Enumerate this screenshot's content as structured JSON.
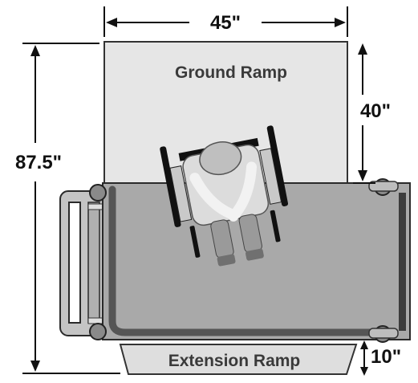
{
  "labels": {
    "ground_ramp": "Ground Ramp",
    "extension_ramp": "Extension Ramp"
  },
  "dimensions": {
    "width": "45\"",
    "height": "87.5\"",
    "ground_ramp_depth": "40\"",
    "extension_ramp_depth": "10\""
  },
  "colors": {
    "ground_ramp_fill": "#e6e6e6",
    "platform_fill": "#a9a9a9",
    "extension_fill": "#dedede",
    "outline": "#2a2a2a"
  }
}
